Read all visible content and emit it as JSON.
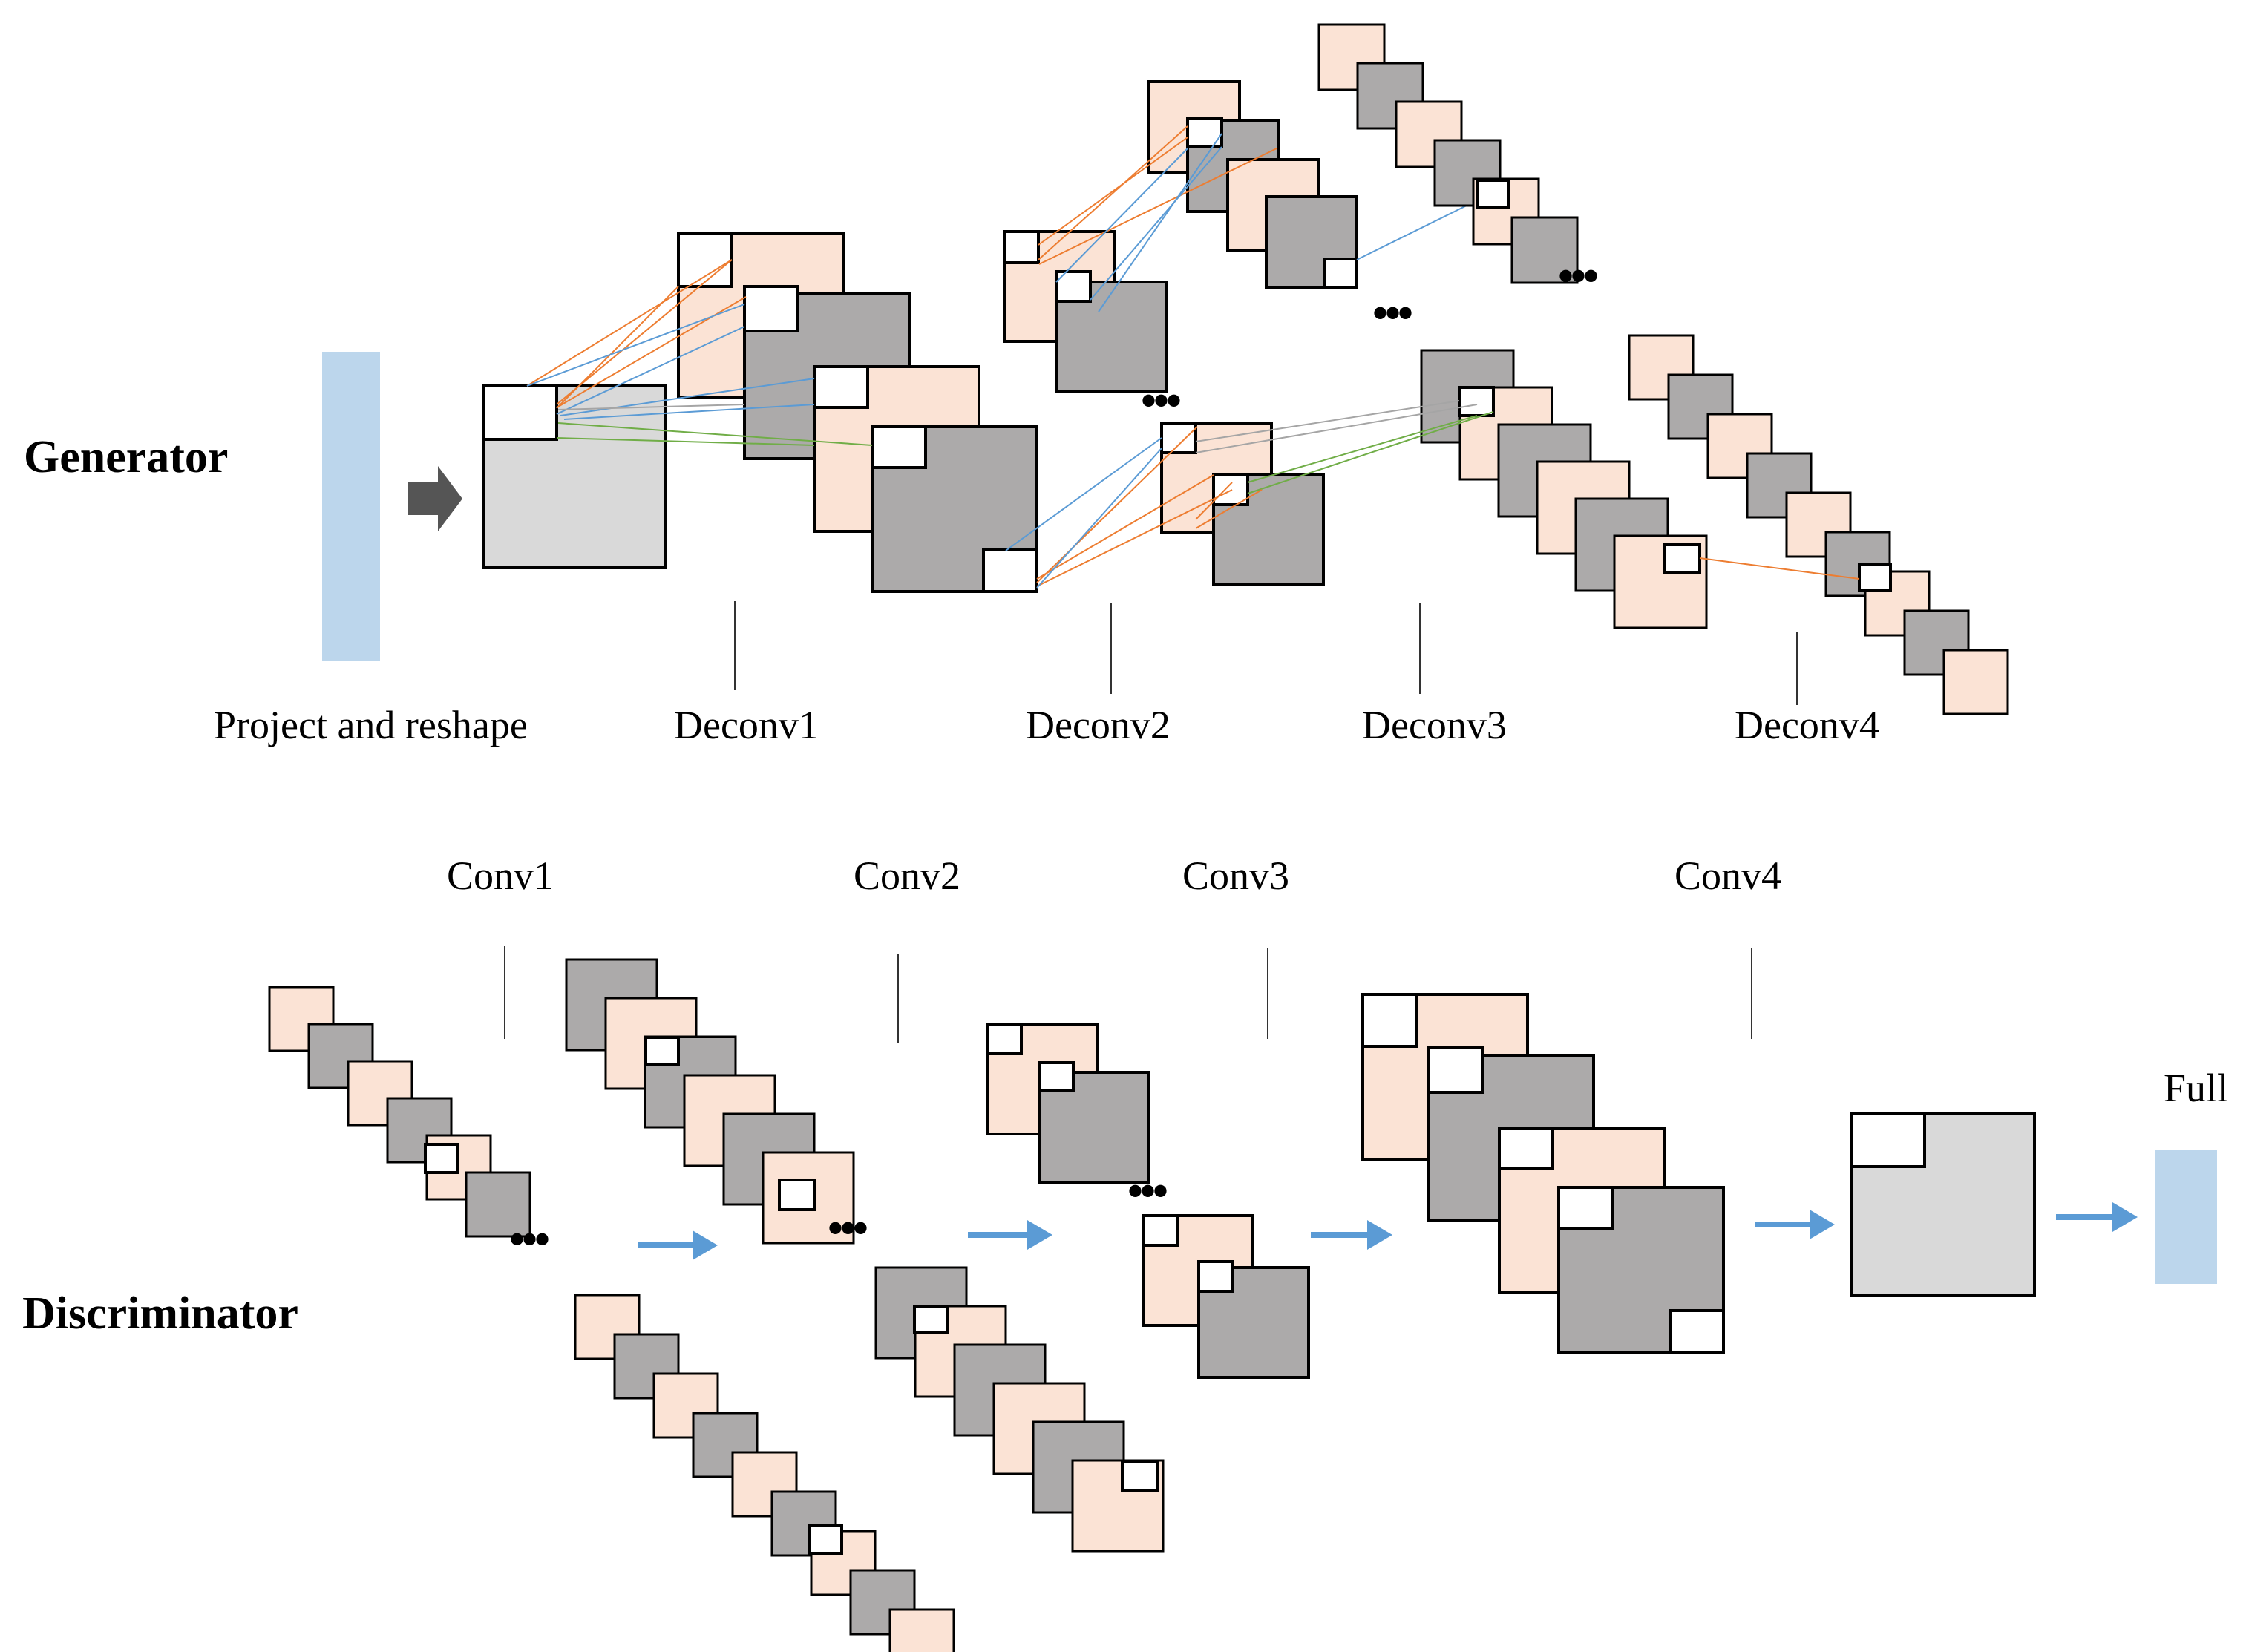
{
  "sections": {
    "generator": "Generator",
    "discriminator": "Discriminator"
  },
  "generator_labels": {
    "project": "Project and reshape",
    "deconv1": "Deconv1",
    "deconv2": "Deconv2",
    "deconv3": "Deconv3",
    "deconv4": "Deconv4"
  },
  "discriminator_labels": {
    "conv1": "Conv1",
    "conv2": "Conv2",
    "conv3": "Conv3",
    "conv4": "Conv4",
    "full": "Full"
  },
  "ellipsis": "•••",
  "colors": {
    "input_bar": "#bcd6ec",
    "feature_light": "#fbe3d5",
    "feature_dark": "#acaaaa",
    "reshape_box": "#d9d9d9",
    "arrow_dark": "#555555",
    "arrow_blue": "#5b9bd5",
    "line_orange": "#ed7d31",
    "line_blue": "#5b9bd5",
    "line_green": "#70ad47",
    "line_gray": "#a5a5a5"
  }
}
